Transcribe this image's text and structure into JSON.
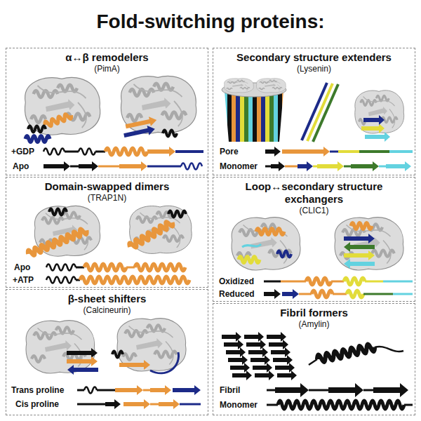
{
  "diagram": {
    "title": "Fold-switching proteins:",
    "nodes": [
      {
        "text": [
          "α↔β remodelers",
          "(PimA)"
        ]
      },
      {
        "text": [
          "Secondary structure extenders",
          "(Lysenin)"
        ]
      },
      {
        "text": [
          "Domain-swapped dimers",
          "(TRAP1N)"
        ]
      },
      {
        "text": [
          "Loop↔secondary structure exchangers",
          "(CLIC1)"
        ]
      },
      {
        "text": [
          "β-sheet shifters",
          "(Calcineurin)"
        ]
      },
      {
        "text": [
          "Fibril formers",
          "(Amylin)"
        ]
      }
    ],
    "labels": [
      "+GDP",
      "Apo",
      "Pore",
      "Monomer",
      "Apo",
      "+ATP",
      "Oxidized",
      "Reduced",
      "Trans proline",
      "Cis proline",
      "Fibril",
      "Monomer"
    ]
  }
}
